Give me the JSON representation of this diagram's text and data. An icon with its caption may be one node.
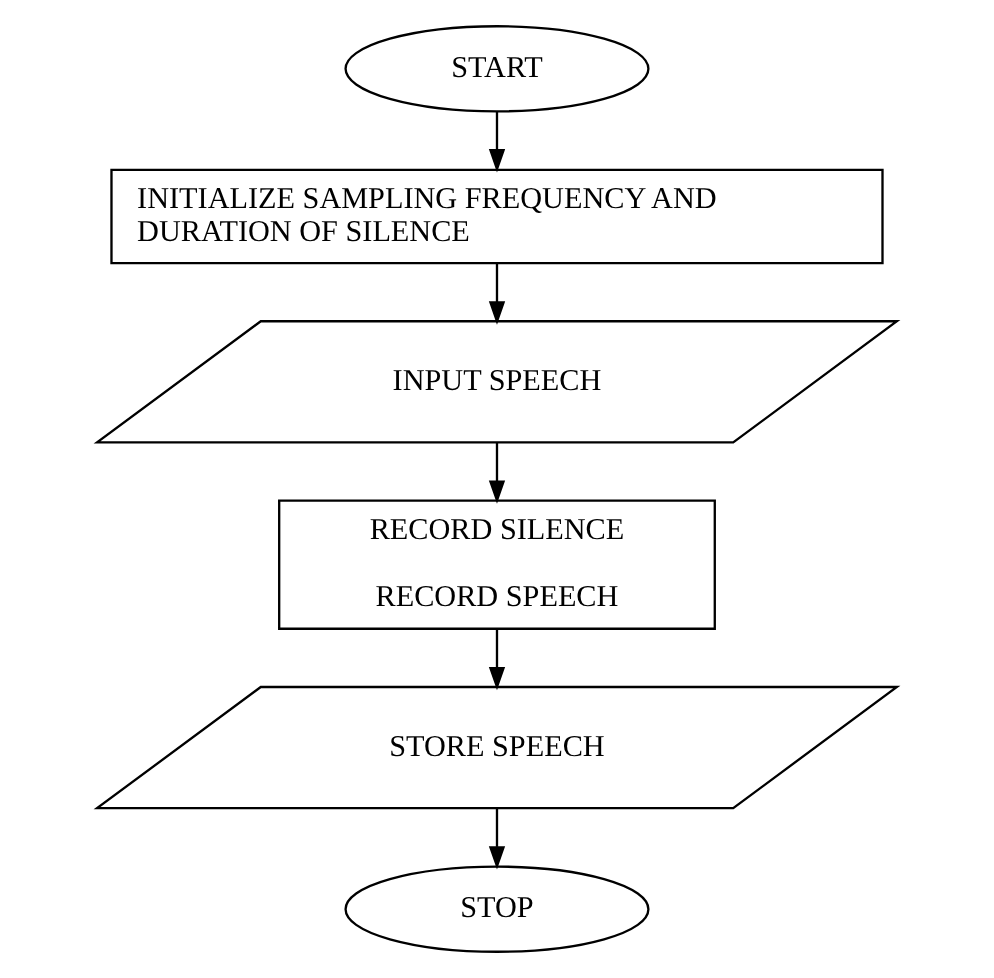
{
  "diagram": {
    "nodes": [
      {
        "text": [
          "START"
        ]
      },
      {
        "text": [
          "INITIALIZE SAMPLING FREQUENCY AND DURATION OF SILENCE"
        ]
      },
      {
        "text": [
          "INPUT SPEECH"
        ]
      },
      {
        "text": [
          "RECORD SILENCE",
          "RECORD SPEECH"
        ]
      },
      {
        "text": [
          "STORE SPEECH"
        ]
      },
      {
        "text": [
          "STOP"
        ]
      }
    ],
    "edges": [
      {
        "from": 0,
        "to": 1,
        "arrow": "to"
      },
      {
        "from": 1,
        "to": 2,
        "arrow": "to"
      },
      {
        "from": 2,
        "to": 3,
        "arrow": "to"
      },
      {
        "from": 3,
        "to": 4,
        "arrow": "to"
      },
      {
        "from": 4,
        "to": 5,
        "arrow": "to"
      }
    ]
  }
}
